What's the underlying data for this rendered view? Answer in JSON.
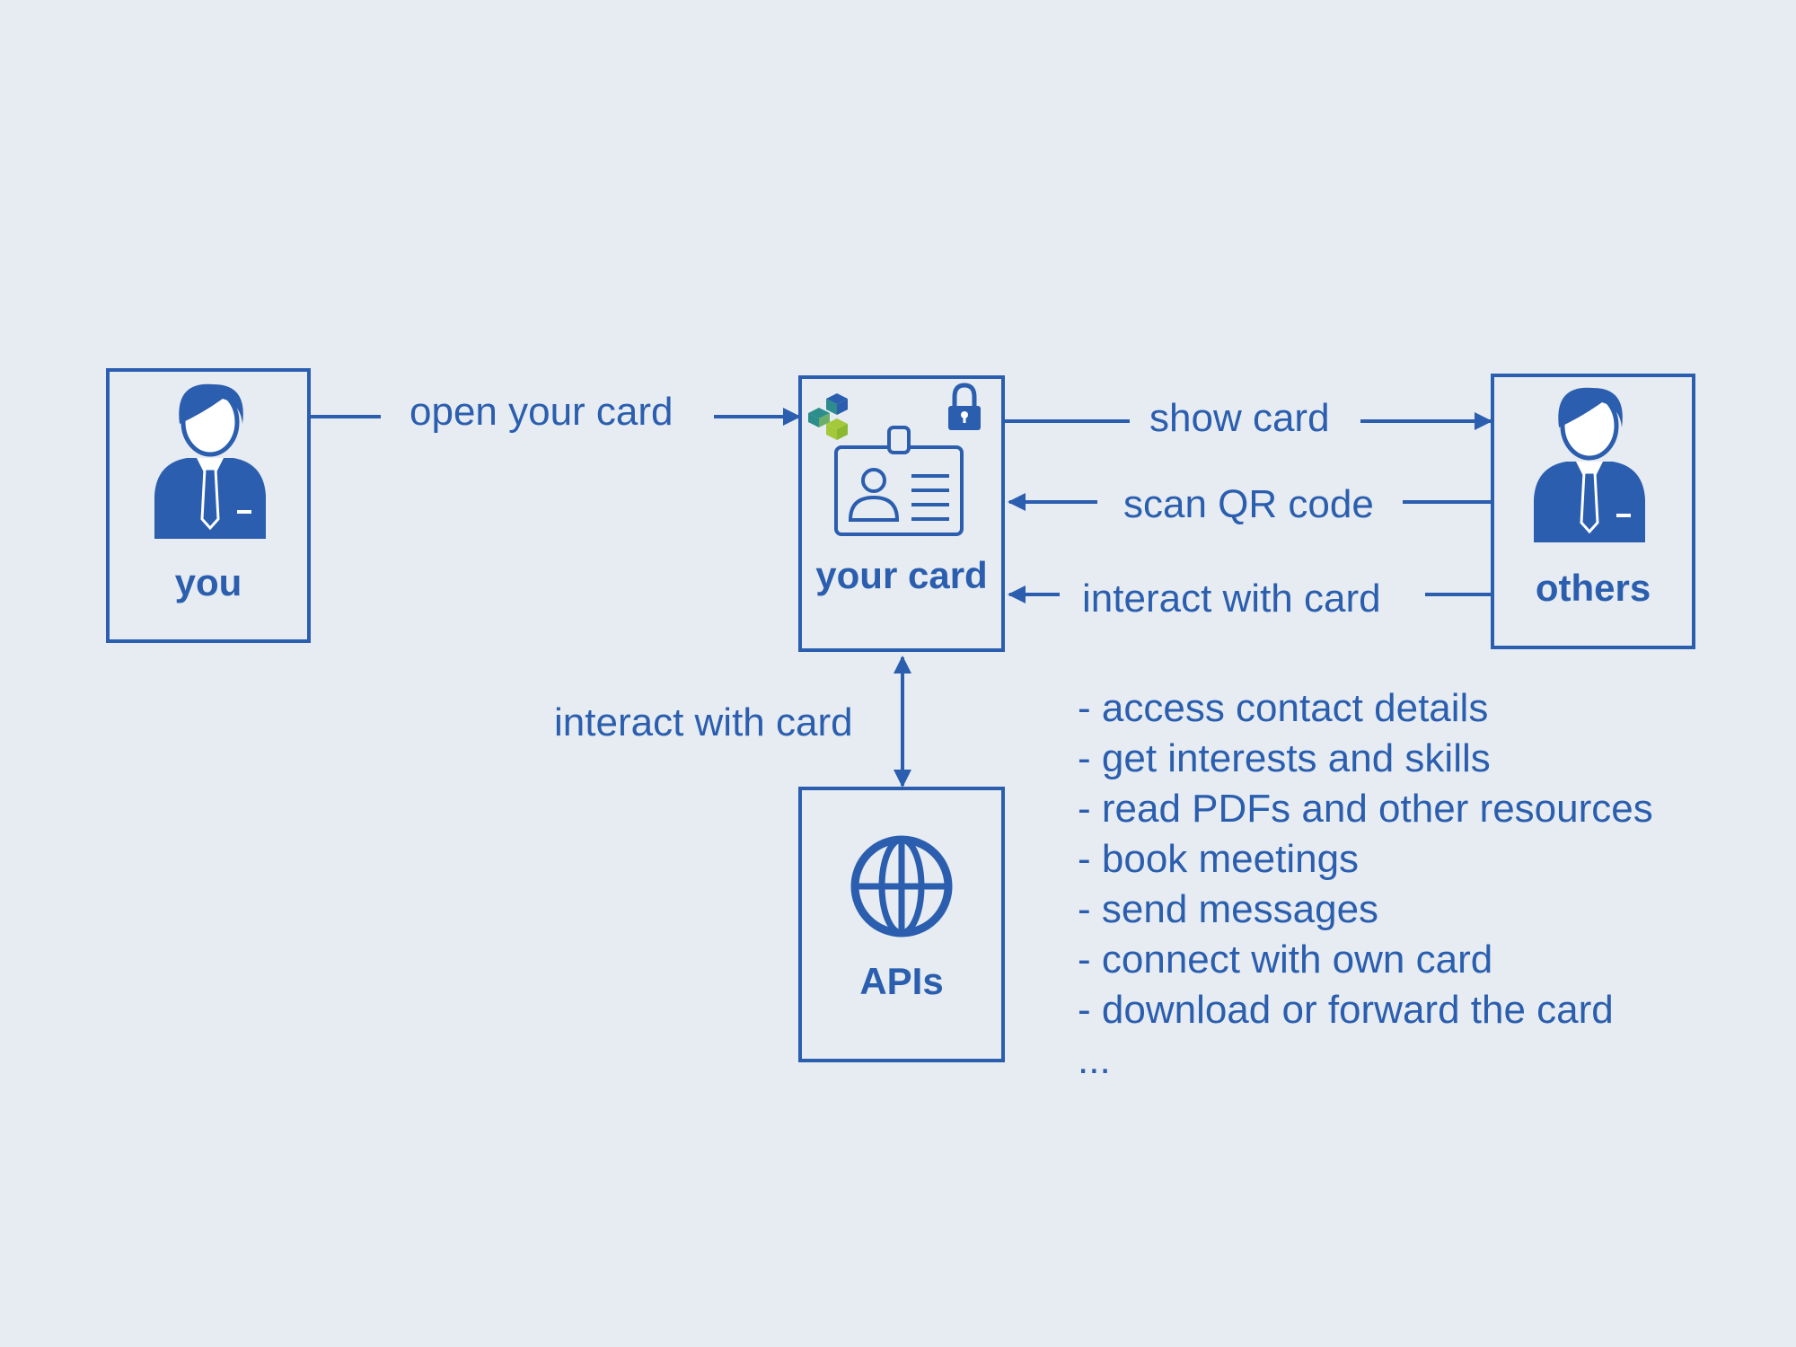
{
  "colors": {
    "background": "#E6ECF1",
    "primary": "#2B5EAE",
    "logo_teal": "#2D8C8C",
    "logo_green": "#A3C93A",
    "logo_blue": "#2B5EAE"
  },
  "nodes": {
    "you": {
      "label": "you",
      "icon": "person-icon"
    },
    "card": {
      "label": "your card",
      "icon": "id-card-icon"
    },
    "others": {
      "label": "others",
      "icon": "person-icon"
    },
    "apis": {
      "label": "APIs",
      "icon": "globe-icon"
    }
  },
  "edges": {
    "open_card": "open your card",
    "show_card": "show card",
    "scan_qr": "scan QR code",
    "interact_right": "interact with card",
    "interact_bottom": "interact with card"
  },
  "features": [
    "- access contact details",
    "- get interests and skills",
    "- read PDFs and other resources",
    "- book meetings",
    "- send messages",
    "- connect with own card",
    "- download or forward the card",
    "..."
  ]
}
